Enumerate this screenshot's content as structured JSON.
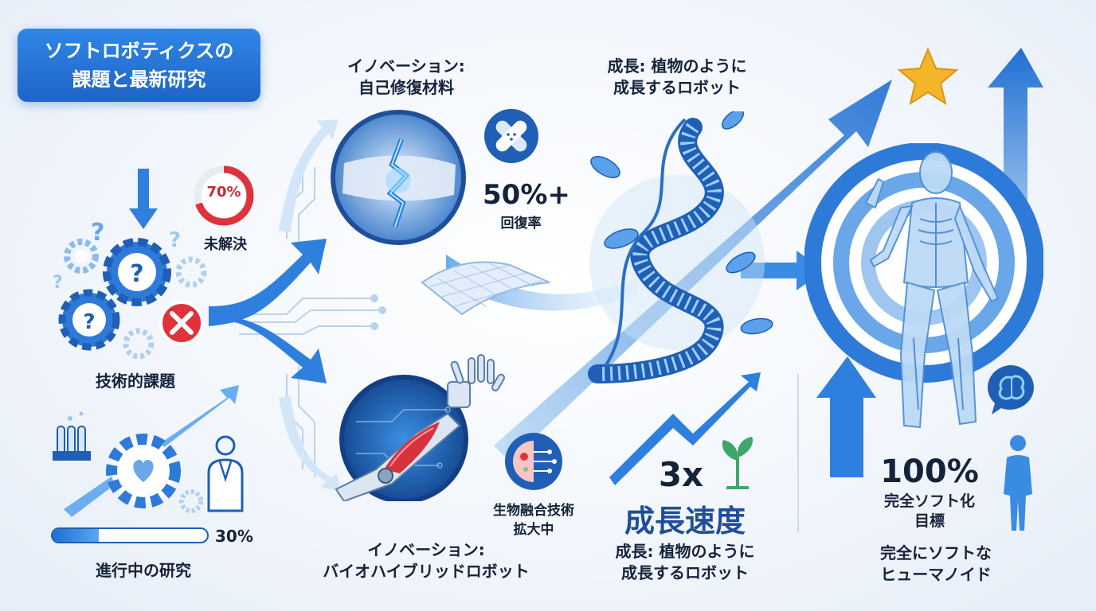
{
  "title": {
    "line1": "ソフトロボティクスの",
    "line2": "課題と最新研究"
  },
  "challenges": {
    "unsolved_value": "70%",
    "unsolved_fraction": 0.7,
    "unsolved_label": "未解決",
    "label": "技術的課題"
  },
  "research": {
    "progress_value": "30%",
    "progress_fraction": 0.3,
    "label": "進行中の研究"
  },
  "self_healing": {
    "title_line1": "イノベーション:",
    "title_line2": "自己修復材料",
    "stat_value": "50%+",
    "stat_label": "回復率"
  },
  "biohybrid": {
    "stat_line1": "生物融合技術",
    "stat_line2": "拡大中",
    "title_line1": "イノベーション:",
    "title_line2": "バイオハイブリッドロボット"
  },
  "growth": {
    "top_line1": "成長: 植物のように",
    "top_line2": "成長するロボット",
    "stat_value": "3x",
    "stat_label": "成長速度",
    "bottom_line1": "成長: 植物のように",
    "bottom_line2": "成長するロボット"
  },
  "humanoid": {
    "stat_value": "100%",
    "stat_line1": "完全ソフト化",
    "stat_line2": "目標",
    "label_line1": "完全にソフトな",
    "label_line2": "ヒューマノイド"
  },
  "colors": {
    "primary": "#1f6fd3",
    "light_blue": "#8fc3f2",
    "dark_text": "#15233a",
    "red": "#e0323a",
    "gold": "#f5b52a",
    "green": "#3fa66b"
  }
}
